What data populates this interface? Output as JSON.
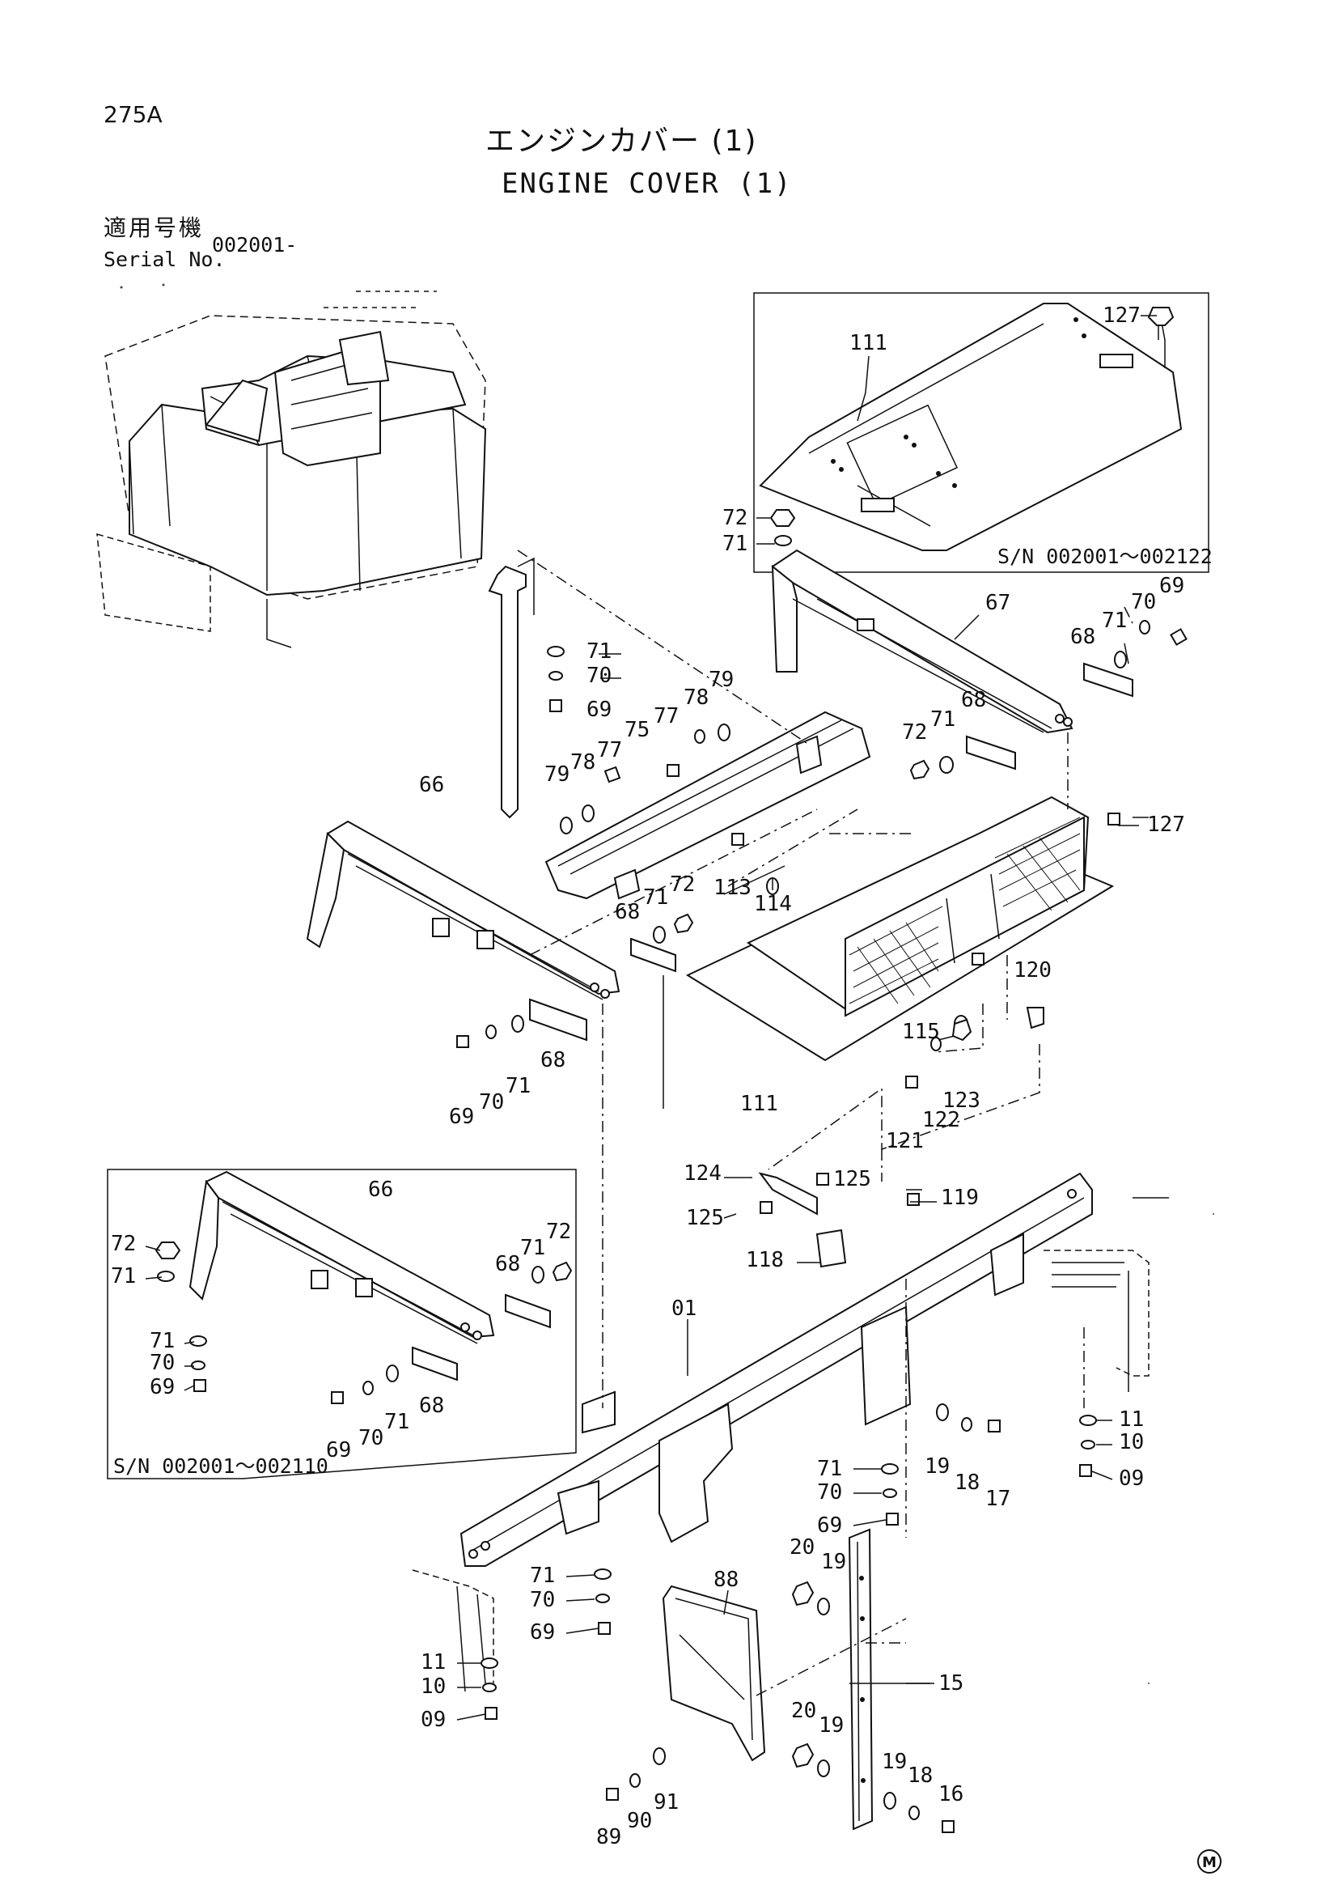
{
  "header": {
    "page_number": "275A",
    "title_jp": "エンジンカバー (1)",
    "title_en": "ENGINE COVER (1)",
    "serial_label_jp": "適用号機",
    "serial_label_en": "Serial No.",
    "serial_value": "002001-"
  },
  "insets": {
    "top_right_range": "S/N 002001～002122",
    "left_range": "S/N 002001～002110"
  },
  "callouts": [
    "127",
    "111",
    "72",
    "71",
    "67",
    "69",
    "70",
    "71",
    "68",
    "71",
    "70",
    "69",
    "79",
    "78",
    "77",
    "75",
    "77",
    "78",
    "79",
    "72",
    "71",
    "68",
    "66",
    "113",
    "114",
    "127",
    "72",
    "71",
    "68",
    "69",
    "70",
    "71",
    "68",
    "111",
    "120",
    "115",
    "123",
    "122",
    "121",
    "124",
    "125",
    "125",
    "119",
    "118",
    "01",
    "66",
    "72",
    "71",
    "68",
    "71",
    "72",
    "71",
    "70",
    "69",
    "69",
    "70",
    "71",
    "68",
    "11",
    "10",
    "09",
    "19",
    "18",
    "17",
    "71",
    "70",
    "69",
    "20",
    "19",
    "88",
    "15",
    "71",
    "70",
    "69",
    "11",
    "10",
    "09",
    "20",
    "19",
    "19",
    "18",
    "16",
    "89",
    "90",
    "91"
  ],
  "footer": {
    "mark": "M"
  }
}
